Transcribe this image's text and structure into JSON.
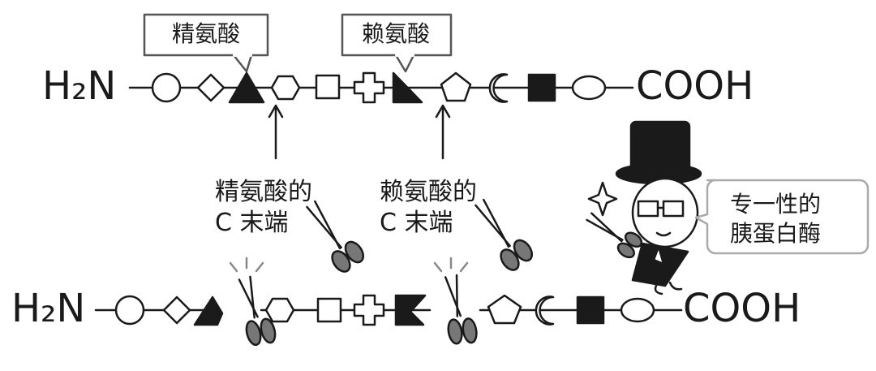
{
  "top_chain": {
    "n_terminus": "H₂N",
    "c_terminus": "COOH",
    "callout_arginine": "精氨酸",
    "callout_lysine": "赖氨酸"
  },
  "cut_labels": {
    "arginine_c_terminus_line1": "精氨酸的",
    "arginine_c_terminus_line2": "C 末端",
    "lysine_c_terminus_line1": "赖氨酸的",
    "lysine_c_terminus_line2": "C 末端"
  },
  "character": {
    "speech_line1": "专一性的",
    "speech_line2": "胰蛋白酶"
  },
  "bottom_chain": {
    "n_terminus": "H₂N",
    "c_terminus": "COOH"
  }
}
